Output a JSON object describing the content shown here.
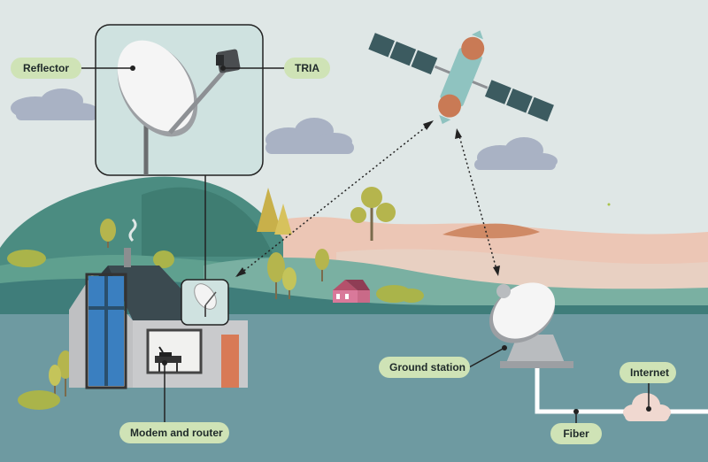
{
  "labels": {
    "reflector": "Reflector",
    "tria": "TRIA",
    "modem_router": "Modem and router",
    "ground_station": "Ground station",
    "internet": "Internet",
    "fiber": "Fiber"
  },
  "colors": {
    "sky": "#dfe7e6",
    "ground": "#6e9aa1",
    "label_bg": "#cfe3b6",
    "cloud": "#a9b2c4",
    "hill_green": "#4b8c81",
    "hill_pink": "#ecc6b5",
    "hill_orange": "#cf8a66",
    "satellite_body": "#8fc3c0",
    "satellite_cap": "#c97a55",
    "solar_panel": "#3c5b60"
  },
  "icons": [
    "satellite-icon",
    "dish-icon",
    "cloud-icon",
    "house-icon",
    "tree-icon",
    "router-icon"
  ]
}
